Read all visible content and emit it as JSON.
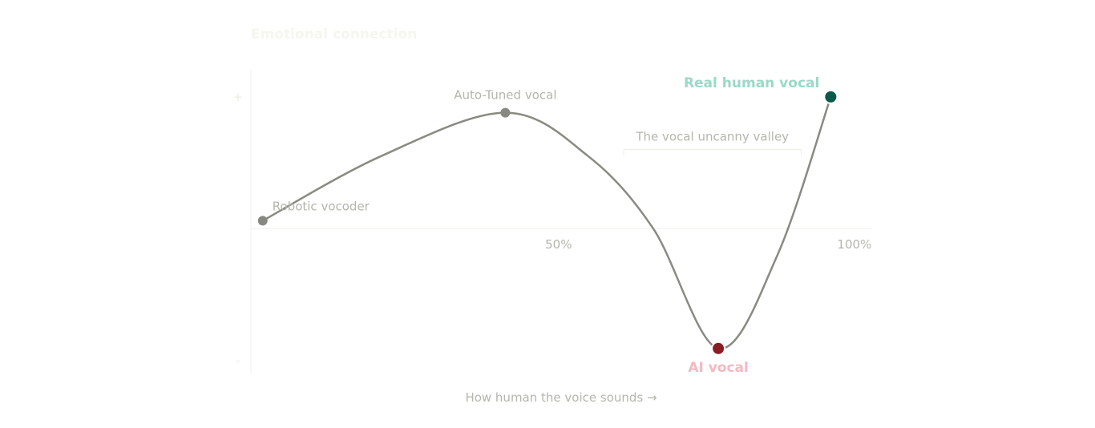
{
  "chart_data": {
    "type": "line",
    "ylabel": "Emotional connection",
    "xlabel": "How human the voice sounds →",
    "x_ticks": [
      {
        "value": 50,
        "label": "50%"
      },
      {
        "value": 100,
        "label": "100%"
      }
    ],
    "y_ticks": [
      {
        "value": 1,
        "label": "+"
      },
      {
        "value": -1,
        "label": "–"
      }
    ],
    "xlim": [
      -2,
      103
    ],
    "ylim": [
      -1.1,
      1.2
    ],
    "grid": false,
    "zero_line": true,
    "curve": {
      "x": [
        0,
        20,
        41,
        55,
        66,
        77,
        87,
        96
      ],
      "y": [
        0.06,
        0.55,
        0.88,
        0.55,
        0.0,
        -0.91,
        -0.2,
        1.0
      ]
    },
    "points": [
      {
        "label": "Robotic vocoder",
        "x": 0,
        "y": 0.06,
        "color": "#888882",
        "emphasis": false
      },
      {
        "label": "Auto-Tuned vocal",
        "x": 41,
        "y": 0.88,
        "color": "#888882",
        "emphasis": false
      },
      {
        "label": "AI vocal",
        "x": 77,
        "y": -0.91,
        "color": "#8a1c24",
        "label_color": "#f4b9c1",
        "emphasis": true
      },
      {
        "label": "Real human vocal",
        "x": 96,
        "y": 1.0,
        "color": "#0b5a48",
        "label_color": "#9ad9c6",
        "emphasis": true
      }
    ],
    "annotation": {
      "label": "The vocal uncanny valley",
      "x_start": 61,
      "x_end": 91,
      "y": 0.6
    },
    "colors": {
      "curve": "#8a8a82",
      "axis": "#f1f1ec",
      "ylabel": "#f6f6f0",
      "tick": "#b5b5ad",
      "ytick": "#ececE6",
      "annotation_text": "#b5b5ad",
      "annotation_line": "#ececE6",
      "xlabel": "#b5b5ad"
    }
  }
}
